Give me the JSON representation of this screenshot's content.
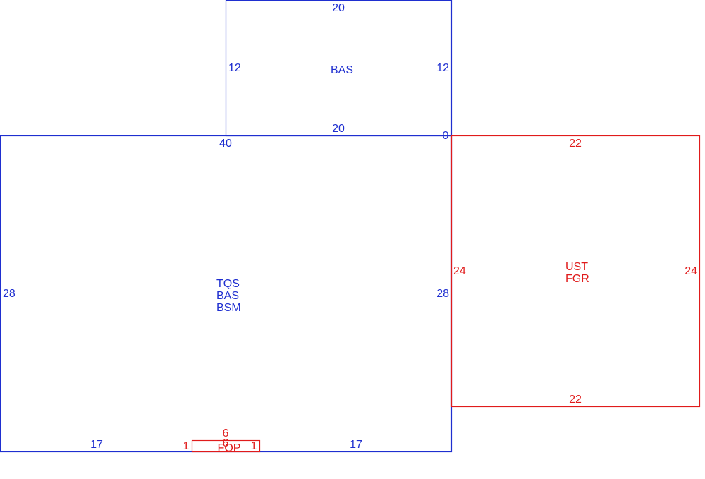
{
  "colors": {
    "primary_outline": "#1f2fd0",
    "secondary_outline": "#e01b1b",
    "background": "#ffffff"
  },
  "upper_bas": {
    "label": "BAS",
    "top": "20",
    "left": "12",
    "right": "12",
    "bottom": "20"
  },
  "main_area": {
    "labels": [
      "TQS",
      "BAS",
      "BSM"
    ],
    "top": "40",
    "left": "28",
    "right": "28",
    "bottom_left": "17",
    "bottom_right": "17"
  },
  "corner_zero": "0",
  "garage": {
    "labels": [
      "UST",
      "FGR"
    ],
    "top": "22",
    "bottom": "22",
    "left": "24",
    "right": "24"
  },
  "porch": {
    "label": "FOP",
    "top": "6",
    "inner": "6",
    "left": "1",
    "right": "1"
  }
}
